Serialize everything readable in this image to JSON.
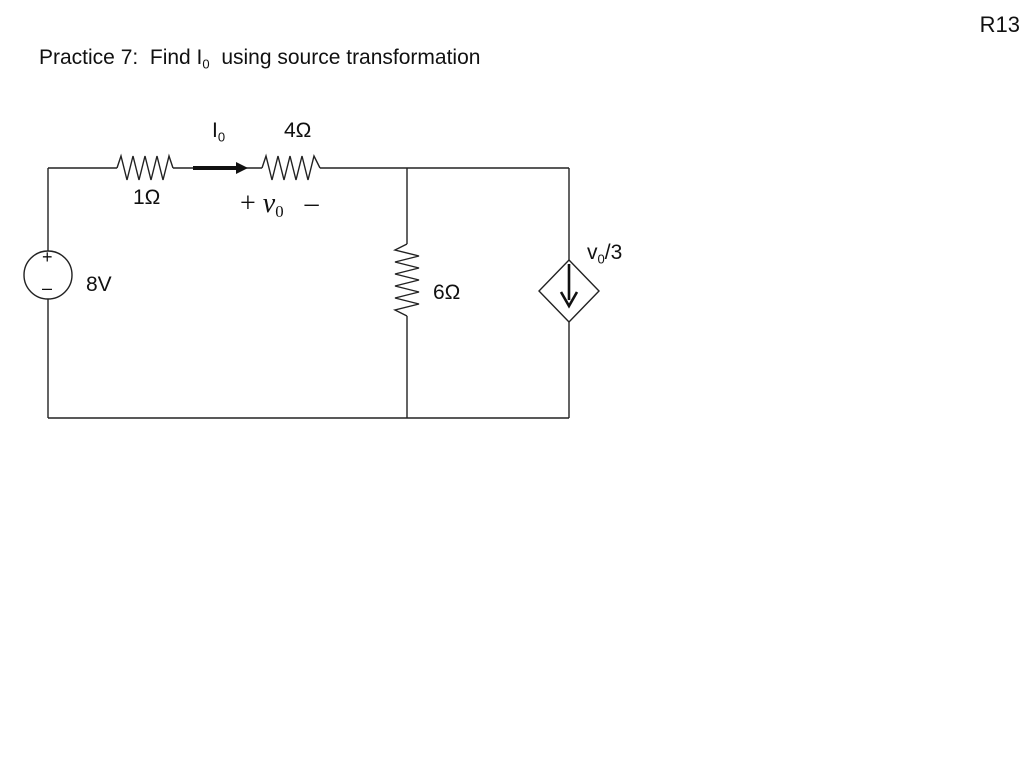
{
  "slide_id": "R13",
  "title": {
    "prefix": "Practice 7:  Find I",
    "subscript": "0",
    "suffix": "  using source transformation"
  },
  "labels": {
    "current_main": "I",
    "current_sub": "0",
    "r_1": "1Ω",
    "r_4": "4Ω",
    "r_6": "6Ω",
    "source_voltage": "8V",
    "source_plus": "+",
    "source_minus": "–",
    "v0_plus": "+",
    "v0_main": "v",
    "v0_sub": "0",
    "v0_minus": "–",
    "dep_main": "v",
    "dep_sub": "0",
    "dep_suffix": "/3"
  }
}
